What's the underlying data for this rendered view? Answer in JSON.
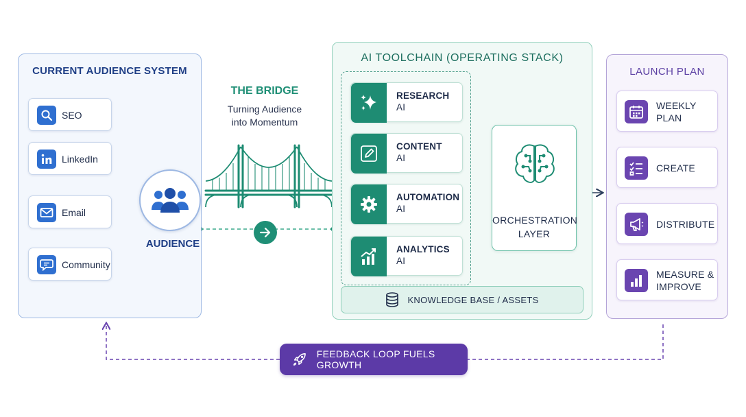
{
  "colors": {
    "audience_blue": "#2f6fd0",
    "toolchain_green": "#1e8c73",
    "launch_purple": "#6a45b0",
    "feedback_purple": "#5c3aa7"
  },
  "left_panel": {
    "title": "CURRENT AUDIENCE SYSTEM",
    "sources": [
      {
        "label": "SEO",
        "icon": "search-icon"
      },
      {
        "label": "LinkedIn",
        "icon": "linkedin-icon"
      },
      {
        "label": "Email",
        "icon": "email-icon"
      },
      {
        "label": "Community",
        "icon": "chat-bubble-icon"
      }
    ],
    "hub": {
      "label": "AUDIENCE",
      "icon": "people-group-icon"
    }
  },
  "bridge": {
    "title": "THE BRIDGE",
    "subtitle_line1": "Turning Audience",
    "subtitle_line2": "into Momentum",
    "icon": "arrow-right-icon"
  },
  "toolchain": {
    "title": "AI TOOLCHAIN (OPERATING STACK)",
    "tools": [
      {
        "line1": "RESEARCH",
        "line2": "AI",
        "icon": "sparkles-icon"
      },
      {
        "line1": "CONTENT",
        "line2": "AI",
        "icon": "pencil-icon"
      },
      {
        "line1": "AUTOMATION",
        "line2": "AI",
        "icon": "gear-icon"
      },
      {
        "line1": "ANALYTICS",
        "line2": "AI",
        "icon": "trending-chart-icon"
      }
    ],
    "orchestration": {
      "line1": "ORCHESTRATION",
      "line2": "LAYER",
      "icon": "brain-circuit-icon"
    },
    "knowledge_base": {
      "label": "KNOWLEDGE BASE / ASSETS",
      "icon": "database-icon"
    }
  },
  "launch_plan": {
    "title": "LAUNCH PLAN",
    "steps": [
      {
        "line1": "WEEKLY PLAN",
        "line2": "",
        "icon": "calendar-icon"
      },
      {
        "line1": "CREATE",
        "line2": "",
        "icon": "checklist-icon"
      },
      {
        "line1": "DISTRIBUTE",
        "line2": "",
        "icon": "megaphone-icon"
      },
      {
        "line1": "MEASURE &",
        "line2": "IMPROVE",
        "icon": "bar-chart-icon"
      }
    ]
  },
  "feedback": {
    "label": "FEEDBACK LOOP FUELS GROWTH",
    "icon": "rocket-icon"
  }
}
